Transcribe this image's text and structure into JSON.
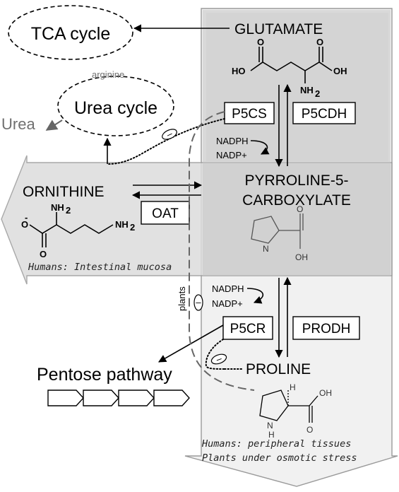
{
  "nodes": {
    "tca": "TCA cycle",
    "urea_cycle": "Urea cycle",
    "arginine": "arginine",
    "urea": "Urea",
    "glutamate": "GLUTAMATE",
    "ornithine": "ORNITHINE",
    "p5c_line1": "PYRROLINE-5-",
    "p5c_line2": "CARBOXYLATE",
    "proline": "PROLINE",
    "pentose": "Pentose pathway"
  },
  "enzymes": {
    "p5cs": "P5CS",
    "p5cdh": "P5CDH",
    "oat": "OAT",
    "p5cr": "P5CR",
    "prodh": "PRODH"
  },
  "cofactors": {
    "nadph_top": "NADPH",
    "nadp_top": "NADP+",
    "nadph_bottom": "NADPH",
    "nadp_bottom": "NADP+"
  },
  "labels": {
    "plants": "plants",
    "inhibition": "–",
    "humans_intestinal": "Humans: Intestinal mucosa",
    "humans_peripheral": "Humans: peripheral tissues",
    "plants_stress": "Plants under osmotic stress"
  },
  "chem_labels": {
    "ho": "HO",
    "oh": "OH",
    "nh2_glu": "NH",
    "nh2_sub": "2",
    "o_top1": "O",
    "o_top2": "O",
    "orn_nh2": "NH",
    "orn_nh2_sub": "2",
    "orn_nh2b": "NH",
    "orn_nh2b_sub": "2",
    "orn_o": "O",
    "orn_ominus": "O",
    "orn_minus": "-",
    "p5c_n": "N",
    "p5c_o": "O",
    "p5c_oh": "OH",
    "pro_n": "N",
    "pro_h": "H",
    "pro_h2": "H",
    "pro_o": "O",
    "pro_oh": "OH"
  }
}
